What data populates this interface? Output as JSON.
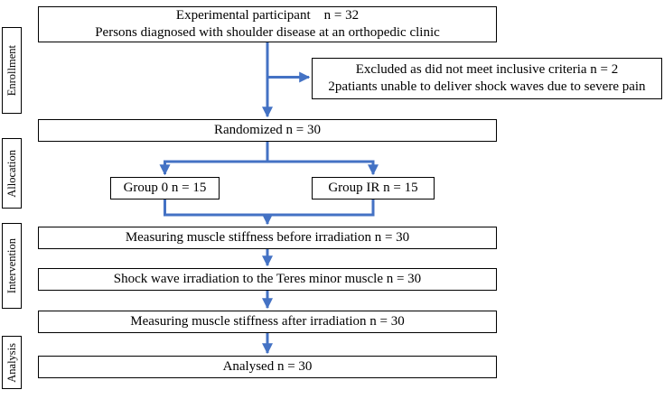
{
  "colors": {
    "arrow": "#4472C4",
    "box_border": "#000000",
    "page_bg": "#ffffff"
  },
  "stages": [
    {
      "label": "Enrollment"
    },
    {
      "label": "Allocation"
    },
    {
      "label": "Intervention"
    },
    {
      "label": "Analysis"
    }
  ],
  "boxes": {
    "participant": {
      "line1": "Experimental participant    n = 32",
      "line2": "Persons diagnosed with shoulder disease at an orthopedic clinic"
    },
    "excluded": {
      "line1": "Excluded as did not meet inclusive criteria n = 2",
      "line2": "2patiants unable to deliver shock waves due to severe pain"
    },
    "randomized": {
      "text": "Randomized n = 30"
    },
    "group_0": {
      "text": "Group 0 n = 15"
    },
    "group_ir": {
      "text": "Group IR n = 15"
    },
    "measure_before": {
      "text": "Measuring muscle stiffness before irradiation n = 30"
    },
    "irradiation": {
      "text": "Shock wave irradiation to the Teres minor muscle n = 30"
    },
    "measure_after": {
      "text": "Measuring muscle stiffness after irradiation n = 30"
    },
    "analysed": {
      "text": "Analysed n = 30"
    }
  }
}
